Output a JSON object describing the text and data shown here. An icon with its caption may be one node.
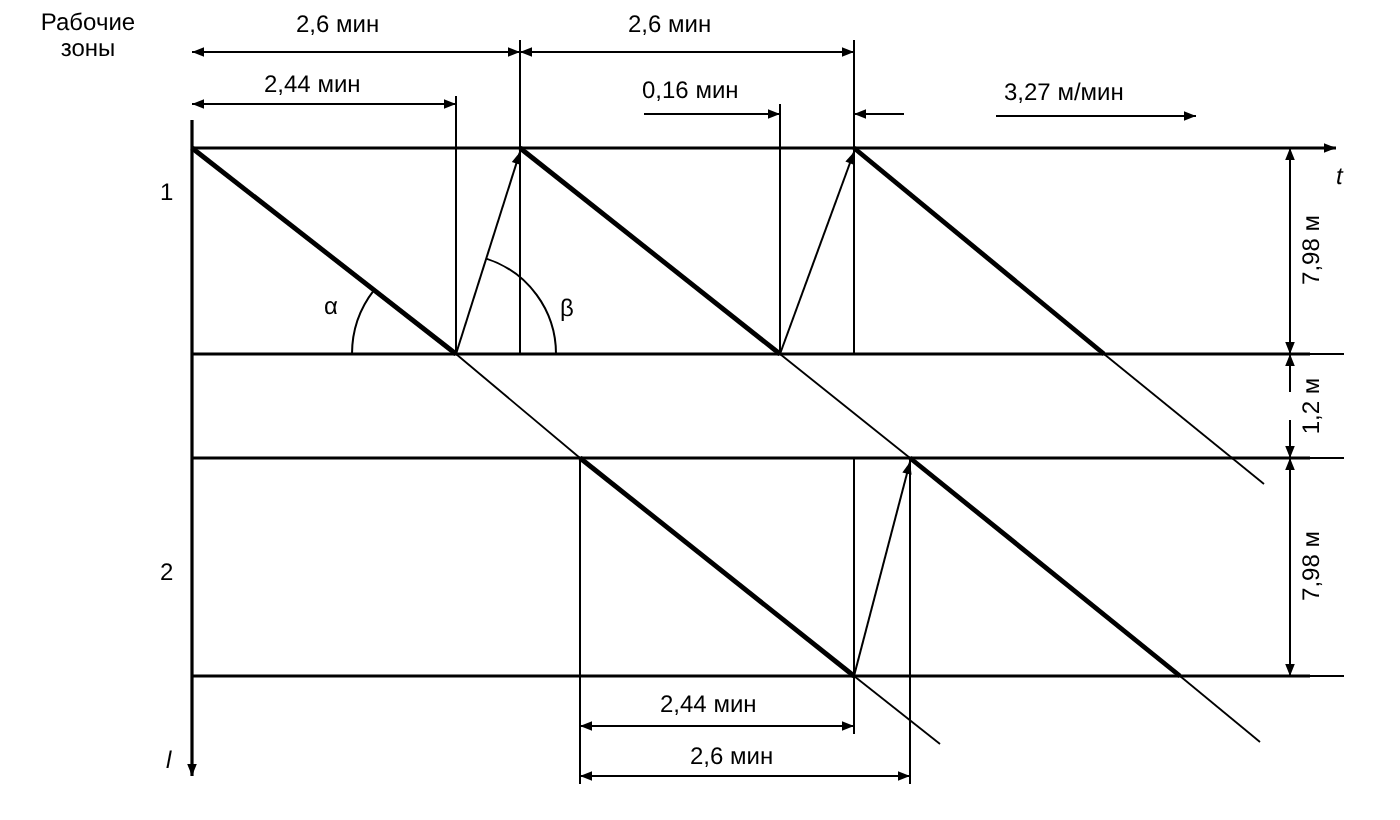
{
  "diagram": {
    "labels": [
      "Рабочие зоны",
      "2,6 мин",
      "2,6 мин",
      "2,44 мин",
      "0,16 мин",
      "3,27 м/мин",
      "t",
      "1",
      "α",
      "β",
      "7,98 м",
      "1,2 м",
      "2",
      "7,98 м",
      "2,44 мин",
      "l",
      "2,6 мин"
    ]
  }
}
